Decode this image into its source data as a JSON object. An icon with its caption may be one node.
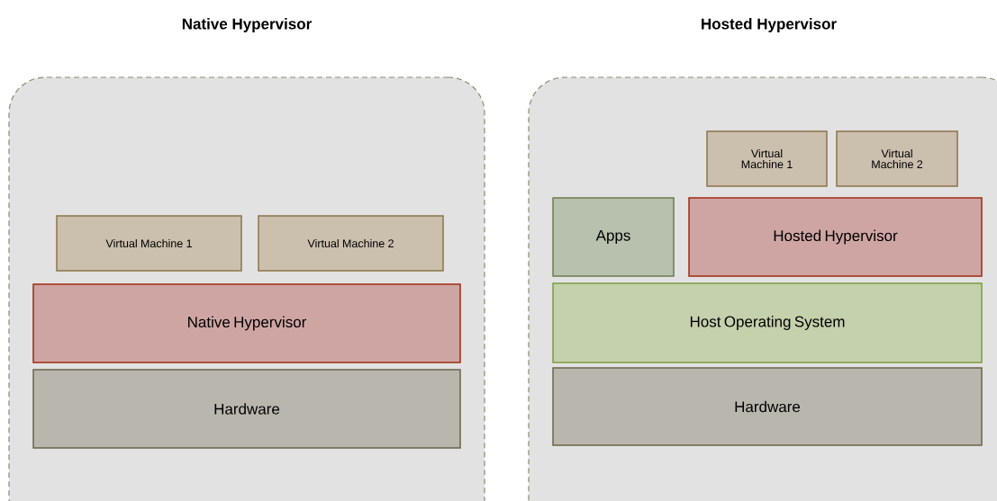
{
  "diagram": {
    "nodes": [
      {
        "text": [
          "Native Hypervisor"
        ]
      },
      {
        "text": [
          "Virtual Machine 1"
        ],
        "in": 0
      },
      {
        "text": [
          "Virtual Machine 2"
        ],
        "in": 0
      },
      {
        "text": [
          "Native Hypervisor"
        ],
        "in": 0
      },
      {
        "text": [
          "Hardware"
        ],
        "in": 0
      },
      {
        "text": [
          "Hosted Hypervisor"
        ]
      },
      {
        "text": [
          "Virtual Machine 1"
        ],
        "in": 5
      },
      {
        "text": [
          "Virtual Machine 2"
        ],
        "in": 5
      },
      {
        "text": [
          "Apps"
        ],
        "in": 5
      },
      {
        "text": [
          "Hosted Hypervisor"
        ],
        "in": 5
      },
      {
        "text": [
          "Host Operating System"
        ],
        "in": 5
      },
      {
        "text": [
          "Hardware"
        ],
        "in": 5
      }
    ]
  }
}
